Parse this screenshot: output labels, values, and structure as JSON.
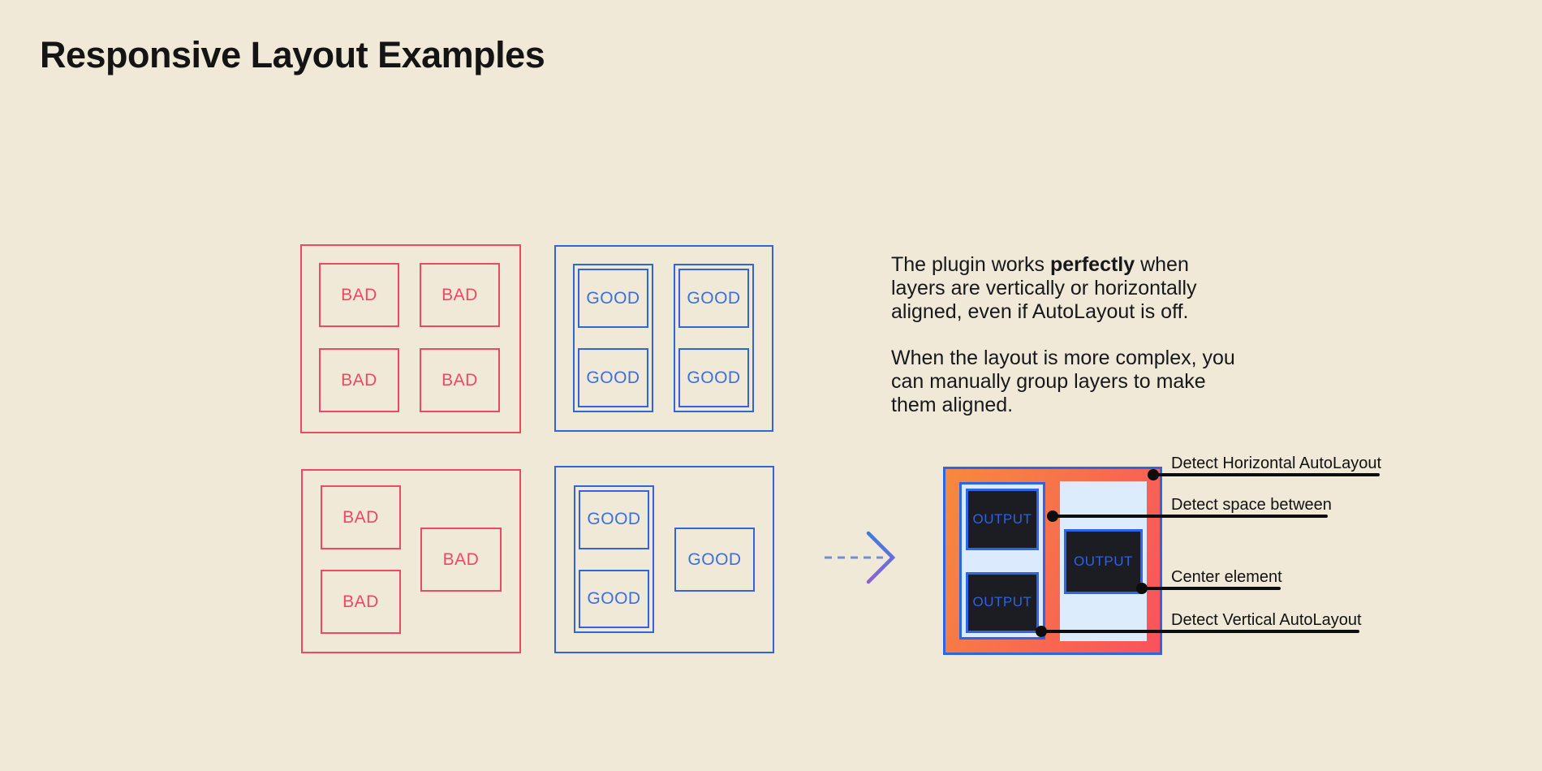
{
  "title": "Responsive Layout Examples",
  "colors": {
    "background": "#f0e9d8",
    "bad_red": "#ee4962",
    "good_blue": "#3365da",
    "output_border_blue": "#2a66e5",
    "output_gradient_start": "#f68a3d",
    "output_gradient_end": "#f9525d",
    "output_panel_blue": "#dbeafc",
    "output_dark": "#1b1d22",
    "annotation_black": "#0d0d0d"
  },
  "diagrams": {
    "bad_label": "BAD",
    "good_label": "GOOD"
  },
  "body": {
    "paragraphs": [
      [
        [
          {
            "t": "The plugin works "
          },
          {
            "t": "perfectly",
            "b": true
          },
          {
            "t": " when"
          }
        ],
        [
          {
            "t": "layers are vertically or horizontally"
          }
        ],
        [
          {
            "t": "aligned, even if AutoLayout is off."
          }
        ]
      ],
      [
        [
          {
            "t": "When the layout is more complex, you"
          }
        ],
        [
          {
            "t": "can manually group layers to make"
          }
        ],
        [
          {
            "t": "them aligned."
          }
        ]
      ]
    ]
  },
  "output": {
    "label": "OUTPUT"
  },
  "annotations": [
    {
      "label": "Detect Horizontal AutoLayout"
    },
    {
      "label": "Detect space between"
    },
    {
      "label": "Center element"
    },
    {
      "label": "Detect Vertical AutoLayout"
    }
  ]
}
